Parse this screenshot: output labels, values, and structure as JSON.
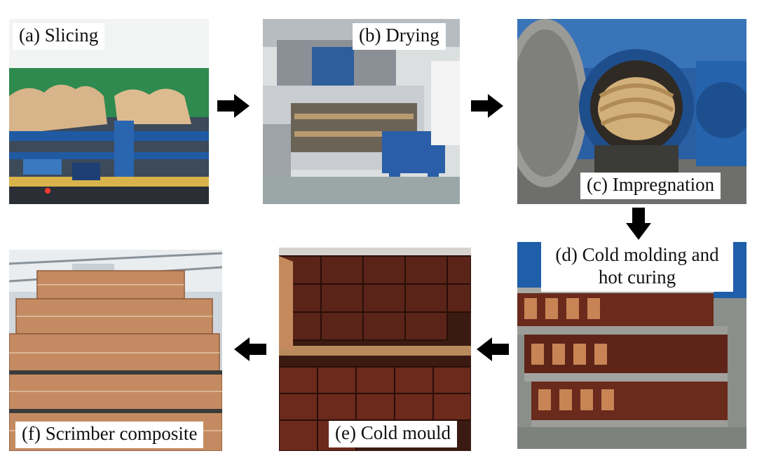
{
  "steps": {
    "a": {
      "label": "(a) Slicing"
    },
    "b": {
      "label": "(b) Drying"
    },
    "c": {
      "label": "(c) Impregnation"
    },
    "d": {
      "label_line1": "(d) Cold molding and",
      "label_line2": "hot curing"
    },
    "e": {
      "label": "(e) Cold mould"
    },
    "f": {
      "label": "(f) Scrimber composite"
    }
  },
  "colors": {
    "arrow": "#000000",
    "machine_blue": "#1d5fa8",
    "wood_light": "#d9b98c",
    "wood_dark": "#5a2416",
    "factory_floor": "#8a8f8a"
  },
  "icons": [
    "arrow-right-icon",
    "arrow-right-icon",
    "arrow-down-icon",
    "arrow-left-icon",
    "arrow-left-icon"
  ]
}
